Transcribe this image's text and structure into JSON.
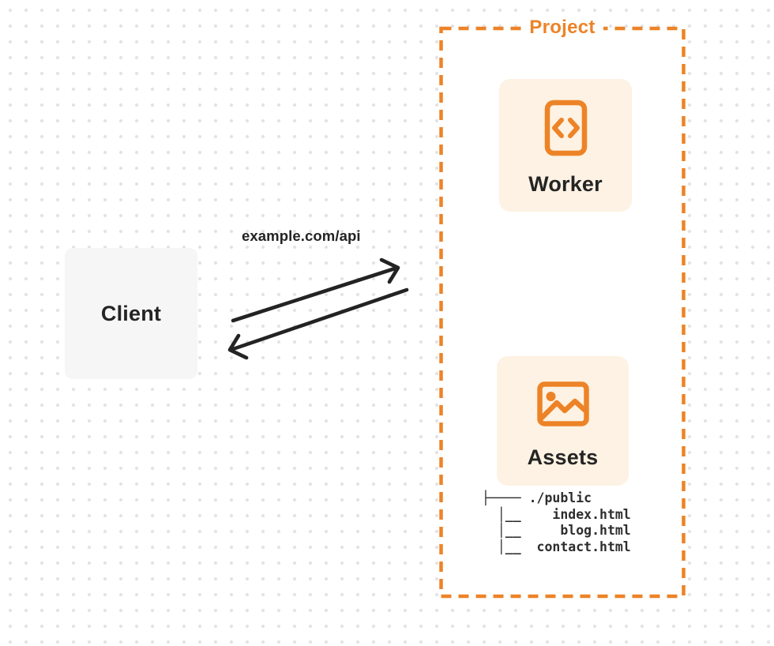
{
  "diagram": {
    "client": {
      "label": "Client"
    },
    "request_url": "example.com/api",
    "project": {
      "label": "Project",
      "worker": {
        "label": "Worker",
        "icon": "code-file-icon"
      },
      "assets": {
        "label": "Assets",
        "icon": "image-icon"
      }
    },
    "file_tree": {
      "lines": [
        "├──── ./public",
        "  │__    index.html",
        "  │__     blog.html",
        "  │__  contact.html"
      ]
    },
    "colors": {
      "accent_orange": "#ed8327",
      "card_cream": "#fdf2e3",
      "client_gray": "#f6f6f7",
      "arrow_dark": "#232323",
      "dot_gray": "#e2e2e2"
    }
  }
}
